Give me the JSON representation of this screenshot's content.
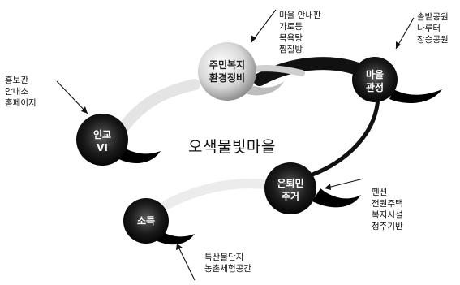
{
  "title": "오색물빛마을",
  "nodes": [
    {
      "id": "welfare",
      "lines": [
        "주민복지",
        "환경정비"
      ],
      "style": "light"
    },
    {
      "id": "maul",
      "lines": [
        "마을",
        "관정"
      ],
      "style": "dark"
    },
    {
      "id": "settle",
      "lines": [
        "은퇴민",
        "주거"
      ],
      "style": "dark"
    },
    {
      "id": "income",
      "lines": [
        "소득"
      ],
      "style": "dark"
    },
    {
      "id": "promo",
      "lines": [
        "인교",
        "VI"
      ],
      "style": "dark"
    }
  ],
  "annotations": {
    "welfare": [
      "마을 안내판",
      "가로등",
      "목욕탕",
      "찜질방"
    ],
    "maul": [
      "솔밭공원",
      "나루터",
      "장승공원"
    ],
    "settle": [
      "펜션",
      "전원주택",
      "복지시설",
      "정주기반"
    ],
    "income": [
      "특산물단지",
      "농촌체험공간"
    ],
    "promo": [
      "홍보관",
      "안내소",
      "홈페이지"
    ]
  }
}
